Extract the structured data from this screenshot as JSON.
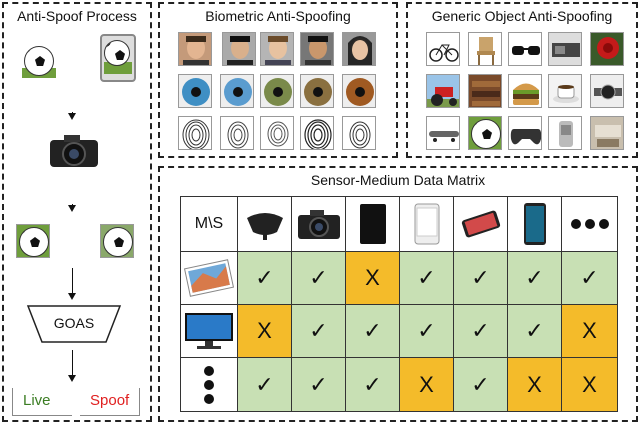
{
  "left": {
    "title": "Anti-Spoof Process",
    "goas_label": "GOAS",
    "live_label": "Live",
    "spoof_label": "Spoof",
    "colors": {
      "live": "#3b7d23",
      "spoof": "#e02020"
    }
  },
  "biometric": {
    "title": "Biometric Anti-Spoofing"
  },
  "generic": {
    "title": "Generic Object Anti-Spoofing"
  },
  "matrix": {
    "title": "Sensor-Medium Data Matrix",
    "corner_label": "M\\S",
    "rows": [
      [
        "✓",
        "✓",
        "X",
        "✓",
        "✓",
        "✓",
        "✓"
      ],
      [
        "X",
        "✓",
        "✓",
        "✓",
        "✓",
        "✓",
        "X"
      ],
      [
        "✓",
        "✓",
        "✓",
        "X",
        "✓",
        "X",
        "X"
      ]
    ],
    "colors": {
      "ok": "#c8e0b4",
      "no": "#f4bb2a"
    }
  }
}
